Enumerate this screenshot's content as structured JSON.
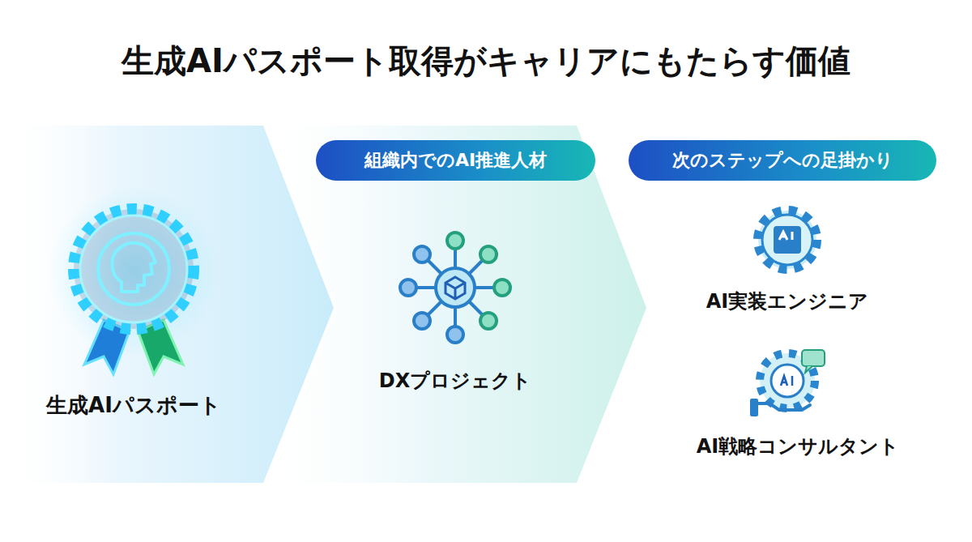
{
  "diagram": {
    "title": "生成AIパスポート取得がキャリアにもたらす価値",
    "nodes": [
      {
        "text": [
          "生成AIパスポート"
        ]
      },
      {
        "text": [
          "DXプロジェクト"
        ]
      },
      {
        "text": [
          "組織内でのAI推進人材"
        ],
        "in": 1
      },
      {
        "text": [
          "AI実装エンジニア",
          "AI戦略コンサルタント"
        ]
      },
      {
        "text": [
          "次のステップへの足掛かり"
        ],
        "in": 3
      }
    ]
  }
}
